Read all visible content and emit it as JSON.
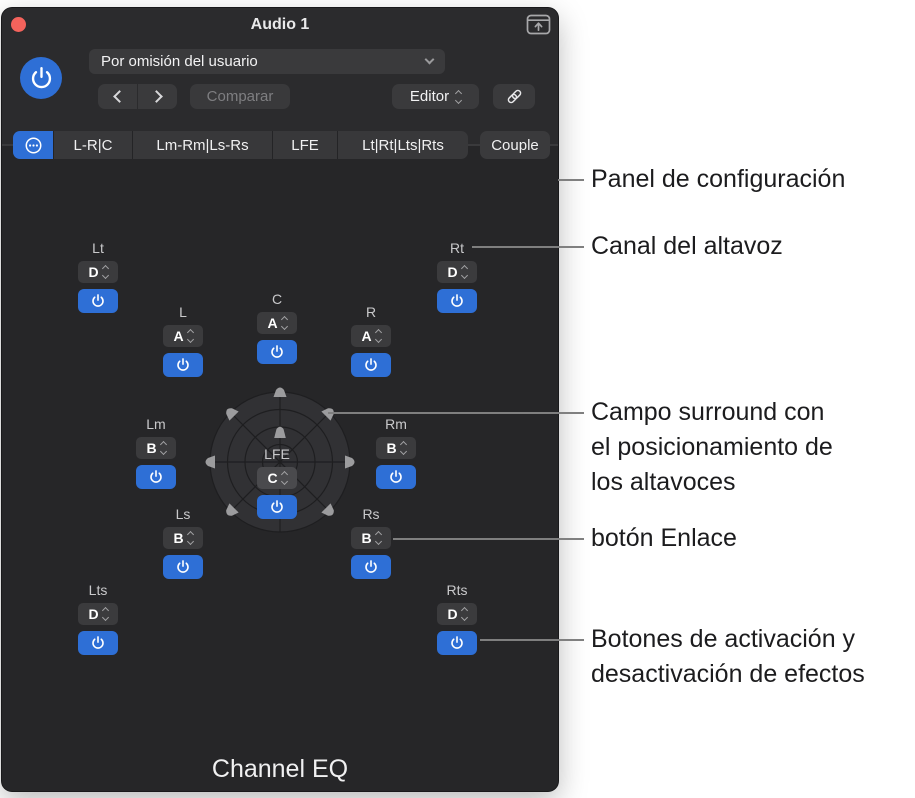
{
  "window": {
    "title": "Audio 1",
    "header": {
      "preset_value": "Por omisión del usuario",
      "compare_label": "Comparar",
      "editor_label": "Editor"
    },
    "tabs": {
      "items": [
        "L-R|C",
        "Lm-Rm|Ls-Rs",
        "LFE",
        "Lt|Rt|Lts|Rts"
      ],
      "couple_label": "Couple"
    },
    "plugin_name": "Channel EQ"
  },
  "channels": [
    {
      "label": "Lt",
      "group": "D"
    },
    {
      "label": "L",
      "group": "A"
    },
    {
      "label": "C",
      "group": "A"
    },
    {
      "label": "R",
      "group": "A"
    },
    {
      "label": "Rt",
      "group": "D"
    },
    {
      "label": "Lm",
      "group": "B"
    },
    {
      "label": "Rm",
      "group": "B"
    },
    {
      "label": "LFE",
      "group": "C"
    },
    {
      "label": "Ls",
      "group": "B"
    },
    {
      "label": "Rs",
      "group": "B"
    },
    {
      "label": "Lts",
      "group": "D"
    },
    {
      "label": "Rts",
      "group": "D"
    }
  ],
  "callouts": [
    {
      "lines": [
        "Panel de configuración"
      ]
    },
    {
      "lines": [
        "Canal del altavoz"
      ]
    },
    {
      "lines": [
        "Campo surround con",
        "el posicionamiento de",
        "los altavoces"
      ]
    },
    {
      "lines": [
        "botón Enlace"
      ]
    },
    {
      "lines": [
        "Botones de activación y",
        "desactivación de efectos"
      ]
    }
  ],
  "icons": {
    "close": "traffic-light-red",
    "float_window": "window-float-arrow",
    "power": "power-symbol",
    "prev": "chevron-left",
    "next": "chevron-right",
    "preset_open": "chevron-down",
    "editor_select": "chevron-up-down",
    "link": "chain-link",
    "config_tab": "circle-ellipsis",
    "surround_speakers": "speaker-triangle"
  },
  "colors": {
    "accent_blue": "#2e6fd6",
    "close_red": "#f4635c",
    "window_bg": "#262628",
    "callout_line": "#7f7f7f"
  }
}
